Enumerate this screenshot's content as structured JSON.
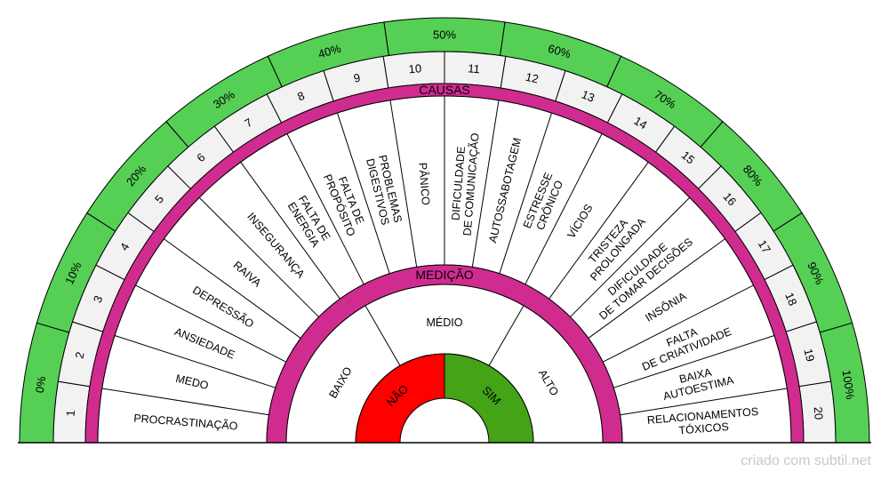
{
  "pendulum": {
    "percent_labels": [
      "0%",
      "10%",
      "20%",
      "30%",
      "40%",
      "50%",
      "60%",
      "70%",
      "80%",
      "90%",
      "100%"
    ],
    "numbers": [
      "1",
      "2",
      "3",
      "4",
      "5",
      "6",
      "7",
      "8",
      "9",
      "10",
      "11",
      "12",
      "13",
      "14",
      "15",
      "16",
      "17",
      "18",
      "19",
      "20"
    ],
    "causas_title": "CAUSAS",
    "causes": [
      [
        "PROCRASTINAÇÃO"
      ],
      [
        "MEDO"
      ],
      [
        "ANSIEDADE"
      ],
      [
        "DEPRESSÃO"
      ],
      [
        "RAIVA"
      ],
      [
        "INSEGURANÇA"
      ],
      [
        "FALTA DE",
        "ENERGIA"
      ],
      [
        "FALTA DE",
        "PROPÓSITO"
      ],
      [
        "PROBLEMAS",
        "DIGESTIVOS"
      ],
      [
        "PÂNICO"
      ],
      [
        "DIFICULDADE",
        "DE COMUNICAÇÃO"
      ],
      [
        "AUTOSSABOTAGEM"
      ],
      [
        "ESTRESSE",
        "CRÔNICO"
      ],
      [
        "VÍCIOS"
      ],
      [
        "TRISTEZA",
        "PROLONGADA"
      ],
      [
        "DIFICULDADE",
        "DE TOMAR DECISÕES"
      ],
      [
        "INSÔNIA"
      ],
      [
        "FALTA",
        "DE CRIATIVIDADE"
      ],
      [
        "BAIXA",
        "AUTOESTIMA"
      ],
      [
        "RELACIONAMENTOS",
        "TÓXICOS"
      ]
    ],
    "medicao_title": "MEDIÇÃO",
    "levels": [
      "BAIXO",
      "MÉDIO",
      "ALTO"
    ],
    "answers": [
      {
        "label": "NÃO",
        "color": "#ff0000"
      },
      {
        "label": "SIM",
        "color": "#44a316"
      }
    ],
    "colors": {
      "percent_band": "#55d055",
      "number_band": "#f2f2f2",
      "accent": "#d02c90",
      "line": "#000000"
    }
  },
  "footer": {
    "watermark": "criado com subtil.net"
  }
}
